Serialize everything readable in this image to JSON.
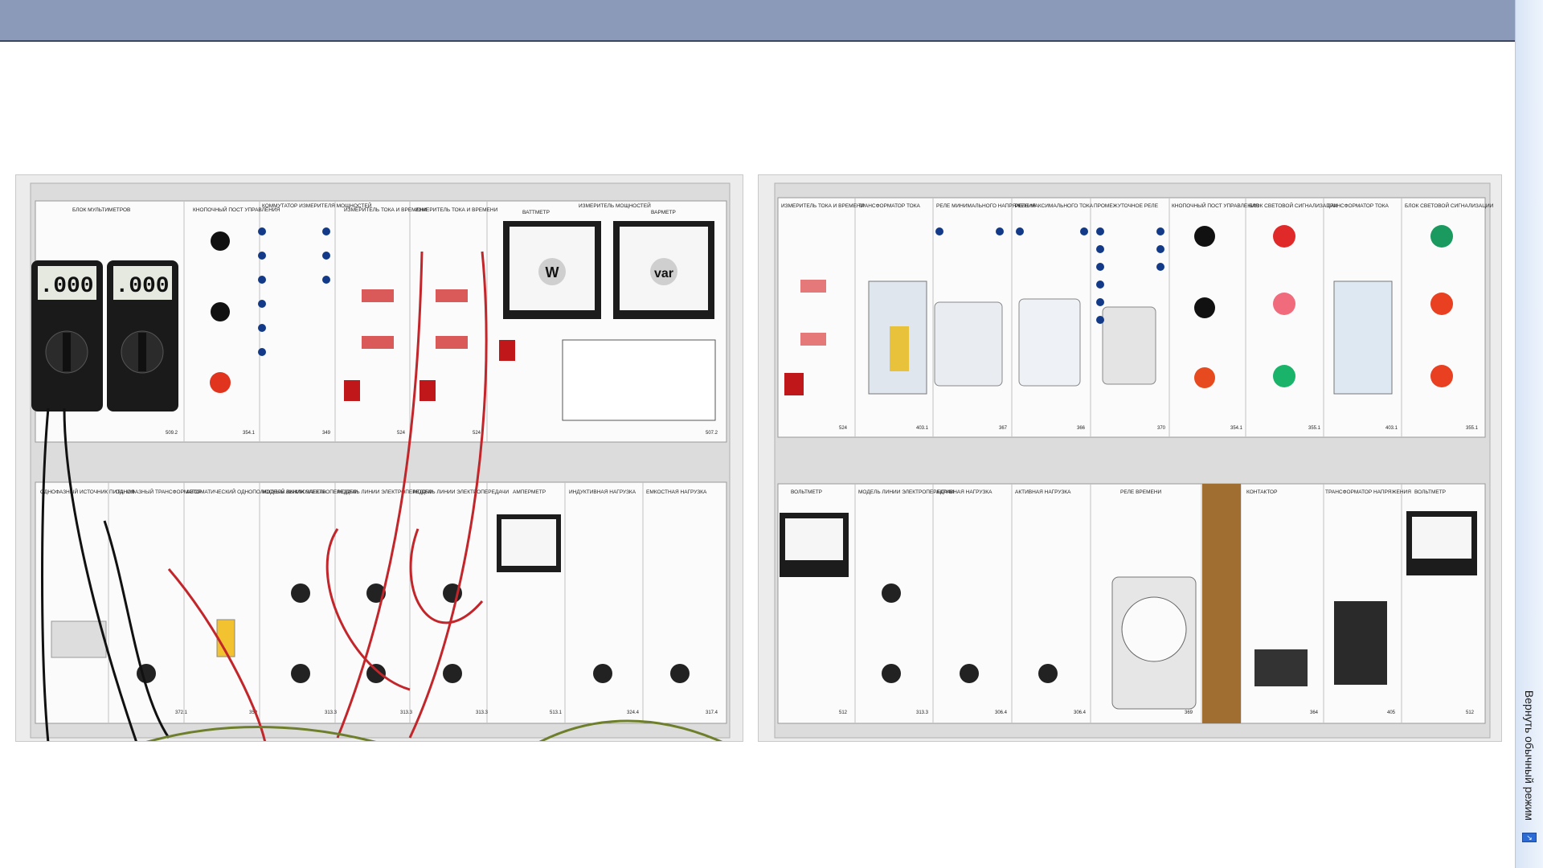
{
  "window": {
    "restore_label": "Вернуть обычный режим"
  },
  "colors": {
    "titlebar": "#8c9aba",
    "titlebar_border": "#3b4663",
    "sidebar": "#e3ecf9",
    "accent": "#2c6bd6"
  },
  "left_stand": {
    "multimeter_readings": [
      ".000",
      ".000"
    ],
    "top_modules": [
      {
        "title": "БЛОК МУЛЬТИМЕТРОВ",
        "number": "509.2"
      },
      {
        "title": "КНОПОЧНЫЙ ПОСТ УПРАВЛЕНИЯ",
        "number": "354.1"
      },
      {
        "title": "КОММУТАТОР ИЗМЕРИТЕЛЯ МОЩНОСТЕЙ",
        "number": "349"
      },
      {
        "title": "ИЗМЕРИТЕЛЬ ТОКА И ВРЕМЕНИ",
        "number": "524"
      },
      {
        "title": "ИЗМЕРИТЕЛЬ ТОКА И ВРЕМЕНИ",
        "number": "524"
      },
      {
        "title": "ИЗМЕРИТЕЛЬ МОЩНОСТЕЙ",
        "number": "507.2"
      }
    ],
    "meters": {
      "wattmeter_label": "ВАТТМЕТР",
      "varmeter_label": "ВАРМЕТР",
      "w_symbol": "W",
      "var_symbol": "var"
    },
    "bottom_modules": [
      {
        "title": "ОДНОФАЗНЫЙ ИСТОЧНИК ПИТАНИЯ",
        "number": ""
      },
      {
        "title": "ОДНОФАЗНЫЙ ТРАНСФОРМАТОР",
        "number": "372.1"
      },
      {
        "title": "АВТОМАТИЧЕСКИЙ ОДНОПОЛЮСНЫЙ ВЫКЛЮЧАТЕЛЬ",
        "number": "359"
      },
      {
        "title": "МОДЕЛЬ ЛИНИИ ЭЛЕКТРОПЕРЕДАЧИ",
        "number": "313.3"
      },
      {
        "title": "МОДЕЛЬ ЛИНИИ ЭЛЕКТРОПЕРЕДАЧИ",
        "number": "313.3"
      },
      {
        "title": "МОДЕЛЬ ЛИНИИ ЭЛЕКТРОПЕРЕДАЧИ",
        "number": "313.3"
      },
      {
        "title": "АМПЕРМЕТР",
        "number": "513.1"
      },
      {
        "title": "ИНДУКТИВНАЯ НАГРУЗКА",
        "number": "324.4"
      },
      {
        "title": "ЕМКОСТНАЯ НАГРУЗКА",
        "number": "317.4"
      }
    ]
  },
  "right_stand": {
    "top_modules": [
      {
        "title": "ИЗМЕРИТЕЛЬ ТОКА И ВРЕМЕНИ",
        "number": "524"
      },
      {
        "title": "ТРАНСФОРМАТОР ТОКА",
        "number": "403.1"
      },
      {
        "title": "РЕЛЕ МИНИМАЛЬНОГО НАПРЯЖЕНИЯ",
        "number": "367"
      },
      {
        "title": "РЕЛЕ МАКСИМАЛЬНОГО ТОКА",
        "number": "366"
      },
      {
        "title": "ПРОМЕЖУТОЧНОЕ РЕЛЕ",
        "number": "370"
      },
      {
        "title": "КНОПОЧНЫЙ ПОСТ УПРАВЛЕНИЯ",
        "number": "354.1"
      },
      {
        "title": "БЛОК СВЕТОВОЙ СИГНАЛИЗАЦИИ",
        "number": "355.1"
      },
      {
        "title": "ТРАНСФОРМАТОР ТОКА",
        "number": "403.1"
      },
      {
        "title": "БЛОК СВЕТОВОЙ СИГНАЛИЗАЦИИ",
        "number": "355.1"
      }
    ],
    "bottom_modules": [
      {
        "title": "ВОЛЬТМЕТР",
        "number": "512"
      },
      {
        "title": "МОДЕЛЬ ЛИНИИ ЭЛЕКТРОПЕРЕДАЧИ",
        "number": "313.3"
      },
      {
        "title": "АКТИВНАЯ НАГРУЗКА",
        "number": "306.4"
      },
      {
        "title": "АКТИВНАЯ НАГРУЗКА",
        "number": "306.4"
      },
      {
        "title": "РЕЛЕ ВРЕМЕНИ",
        "number": "369"
      },
      {
        "title": "КОНТАКТОР",
        "number": "364"
      },
      {
        "title": "ТРАНСФОРМАТОР НАПРЯЖЕНИЯ",
        "number": "405"
      },
      {
        "title": "ВОЛЬТМЕТР",
        "number": "512"
      }
    ]
  }
}
